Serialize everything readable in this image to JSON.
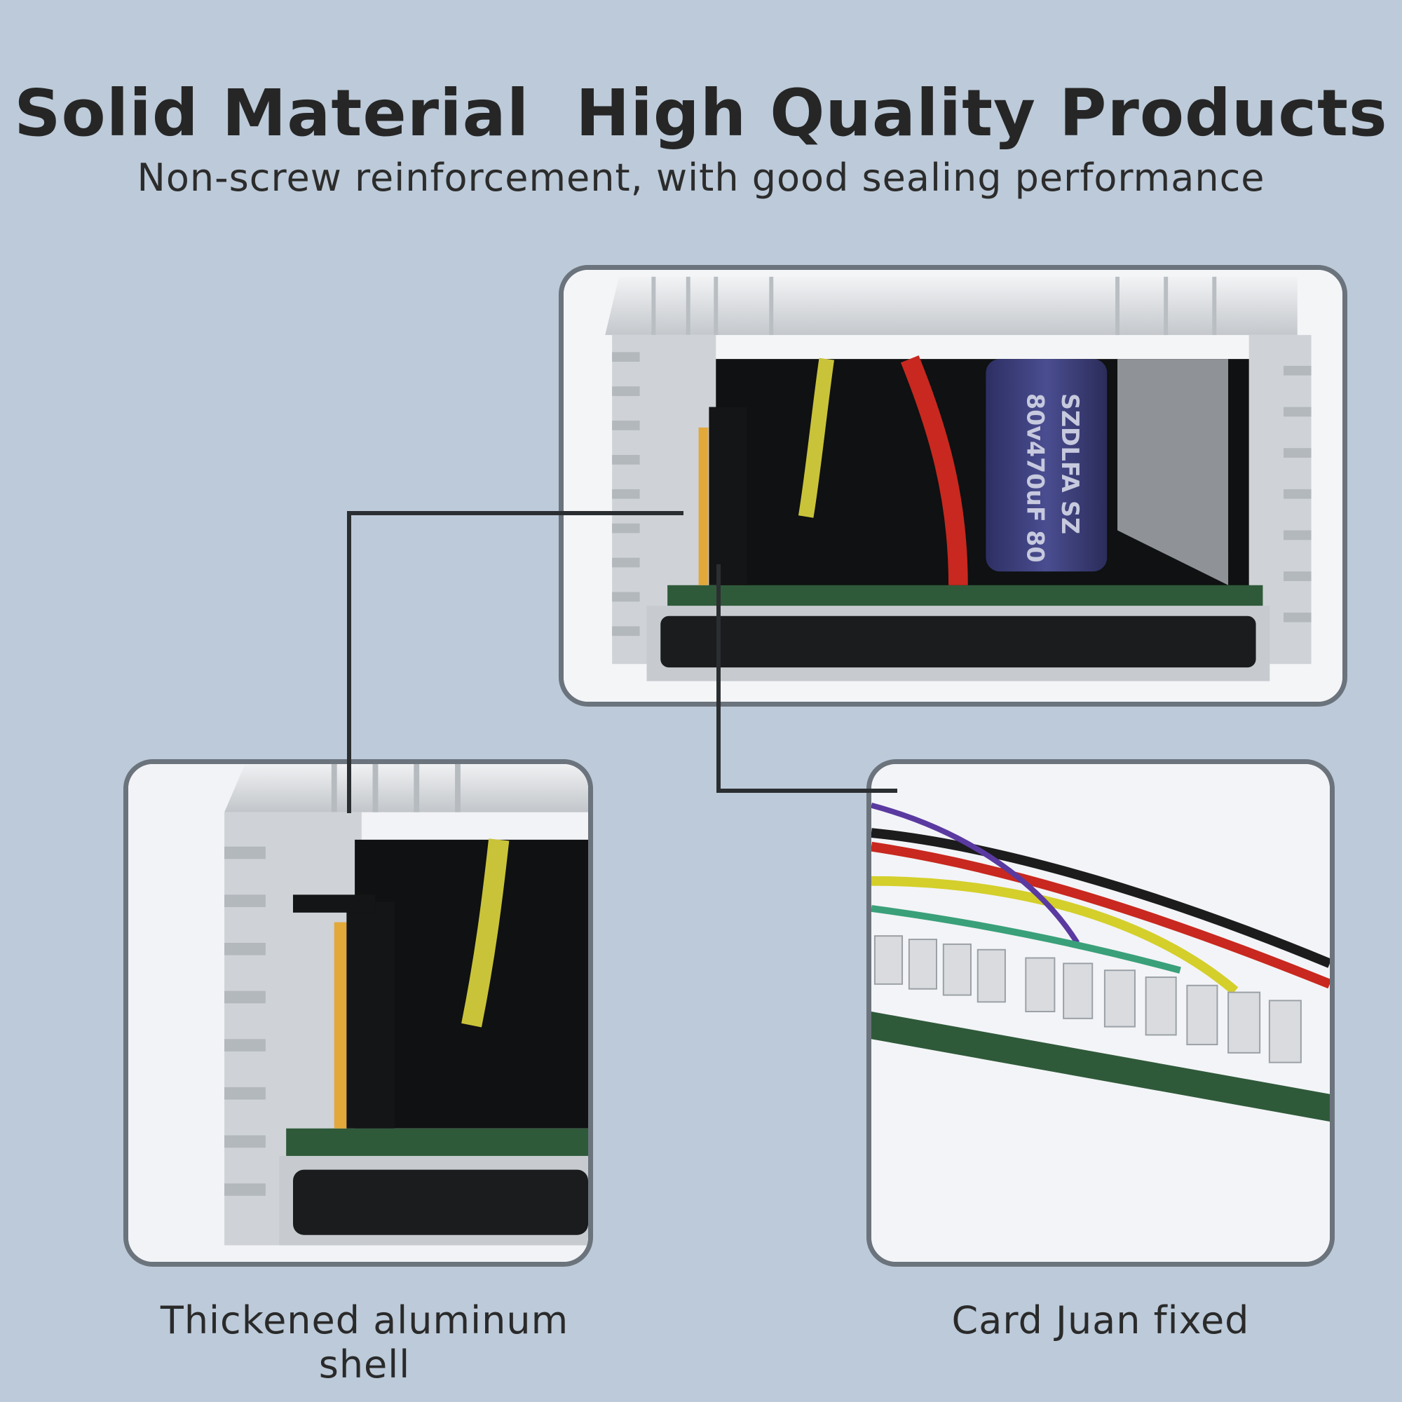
{
  "header": {
    "title": "Solid Material  High Quality Products",
    "subtitle": "Non-screw reinforcement, with good sealing performance"
  },
  "top_photo": {
    "capacitor_text_line1": "SZDLFA  SZ",
    "capacitor_text_line2": "80v470uF  80"
  },
  "captions": {
    "left": "Thickened aluminum shell",
    "right": "Card Juan fixed"
  },
  "colors": {
    "background": "#bccad9",
    "panel_border": "#6b737c",
    "callout_line": "#2b2e31",
    "aluminum": "#c9ccd0",
    "pcb": "#2f5a3a",
    "capacitor": "#3d3f7a"
  }
}
